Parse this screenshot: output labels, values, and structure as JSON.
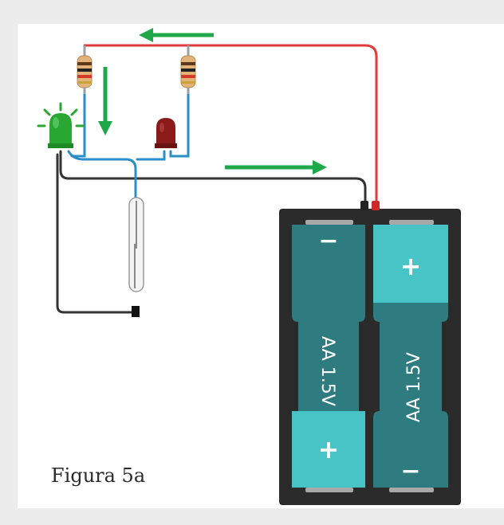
{
  "figure": {
    "caption": "Figura 5a"
  },
  "battery": {
    "cell_left_label": "AA 1.5V",
    "cell_right_label": "AA 1.5V",
    "plus": "+",
    "minus": "−"
  },
  "colors": {
    "background": "#ececec",
    "panel": "#ffffff",
    "wire_red": "#e23b3b",
    "wire_blue": "#2a8ec8",
    "wire_black": "#333333",
    "arrow_green": "#1fa84a",
    "battery_holder": "#2b2b2b",
    "cell_dark": "#2e7c80",
    "cell_light": "#48c3c6",
    "led_green": "#2aa632",
    "led_red": "#8b1a1a"
  },
  "icons": [
    "current-arrow-icon",
    "resistor-icon",
    "led-icon",
    "reed-switch-icon",
    "battery-holder-icon"
  ]
}
